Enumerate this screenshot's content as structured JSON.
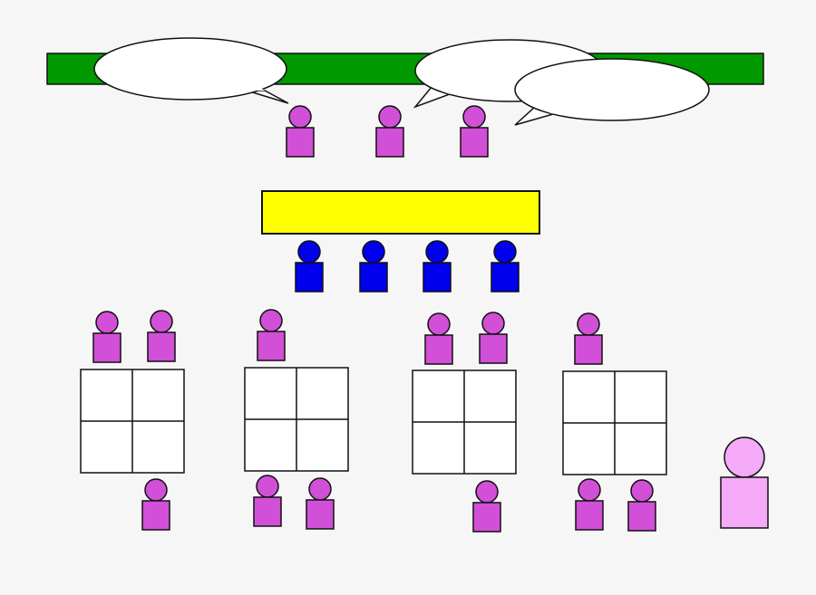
{
  "colors": {
    "background": "#f6f6f6",
    "board": "#009900",
    "front_desk": "#ffff00",
    "student": "#d24fd8",
    "staff": "#0000ee",
    "teacher": "#f4aaf7",
    "bubble": "#ffffff",
    "outline": "#111111"
  },
  "board": {
    "role": "board",
    "text": ""
  },
  "front_desk": {
    "role": "front-desk",
    "text": ""
  },
  "speech_bubbles": [
    {
      "text": ""
    },
    {
      "text": ""
    },
    {
      "text": ""
    }
  ],
  "people": {
    "speakers": {
      "count": 3,
      "color_key": "student"
    },
    "staff": {
      "count": 4,
      "color_key": "staff"
    },
    "teacher": {
      "count": 1,
      "color_key": "teacher"
    }
  },
  "table_groups": [
    {
      "grid": "2x2",
      "students_above": 2,
      "students_below": 1
    },
    {
      "grid": "2x2",
      "students_above": 1,
      "students_below": 2
    },
    {
      "grid": "2x2",
      "students_above": 2,
      "students_below": 1
    },
    {
      "grid": "2x2",
      "students_above": 1,
      "students_below": 2
    }
  ]
}
